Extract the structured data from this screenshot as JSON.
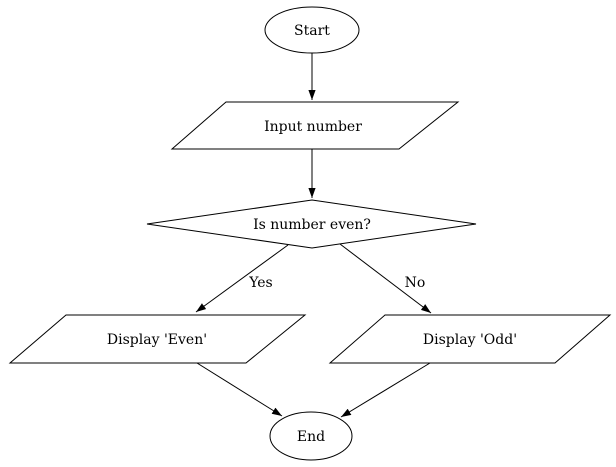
{
  "diagram": {
    "type": "flowchart",
    "background_color": "#ffffff",
    "stroke_color": "#000000",
    "text_color": "#000000",
    "nodes": [
      {
        "id": "start",
        "shape": "ellipse",
        "label": "Start"
      },
      {
        "id": "input",
        "shape": "parallelogram",
        "label": "Input number"
      },
      {
        "id": "decision",
        "shape": "diamond",
        "label": "Is number even?"
      },
      {
        "id": "display_even",
        "shape": "parallelogram",
        "label": "Display 'Even'"
      },
      {
        "id": "display_odd",
        "shape": "parallelogram",
        "label": "Display 'Odd'"
      },
      {
        "id": "end",
        "shape": "ellipse",
        "label": "End"
      }
    ],
    "edges": [
      {
        "from": "start",
        "to": "input",
        "label": ""
      },
      {
        "from": "input",
        "to": "decision",
        "label": ""
      },
      {
        "from": "decision",
        "to": "display_even",
        "label": "Yes"
      },
      {
        "from": "decision",
        "to": "display_odd",
        "label": "No"
      },
      {
        "from": "display_even",
        "to": "end",
        "label": ""
      },
      {
        "from": "display_odd",
        "to": "end",
        "label": ""
      }
    ]
  }
}
